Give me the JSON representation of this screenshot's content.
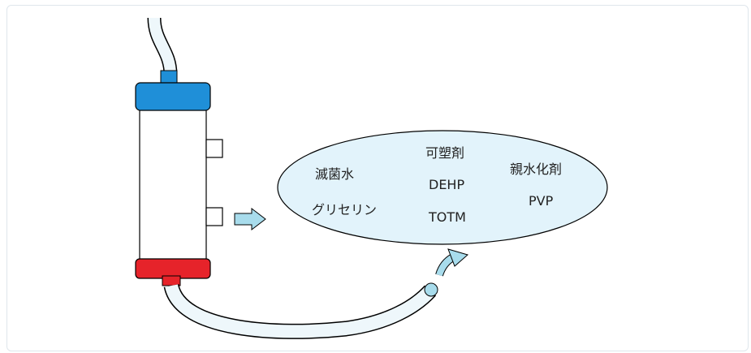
{
  "colors": {
    "cap_top": "#1f8fd8",
    "cap_bottom": "#e6232a",
    "tube_fill": "#eef7fb",
    "ellipse_fill": "#e2f3fb",
    "arrow_fill": "#a8dcec",
    "outline": "#000000"
  },
  "contents": {
    "group1": [
      "滅菌水",
      "グリセリン"
    ],
    "group2": [
      "可塑剤",
      "DEHP",
      "TOTM"
    ],
    "group3": [
      "親水化剤",
      "PVP"
    ]
  }
}
